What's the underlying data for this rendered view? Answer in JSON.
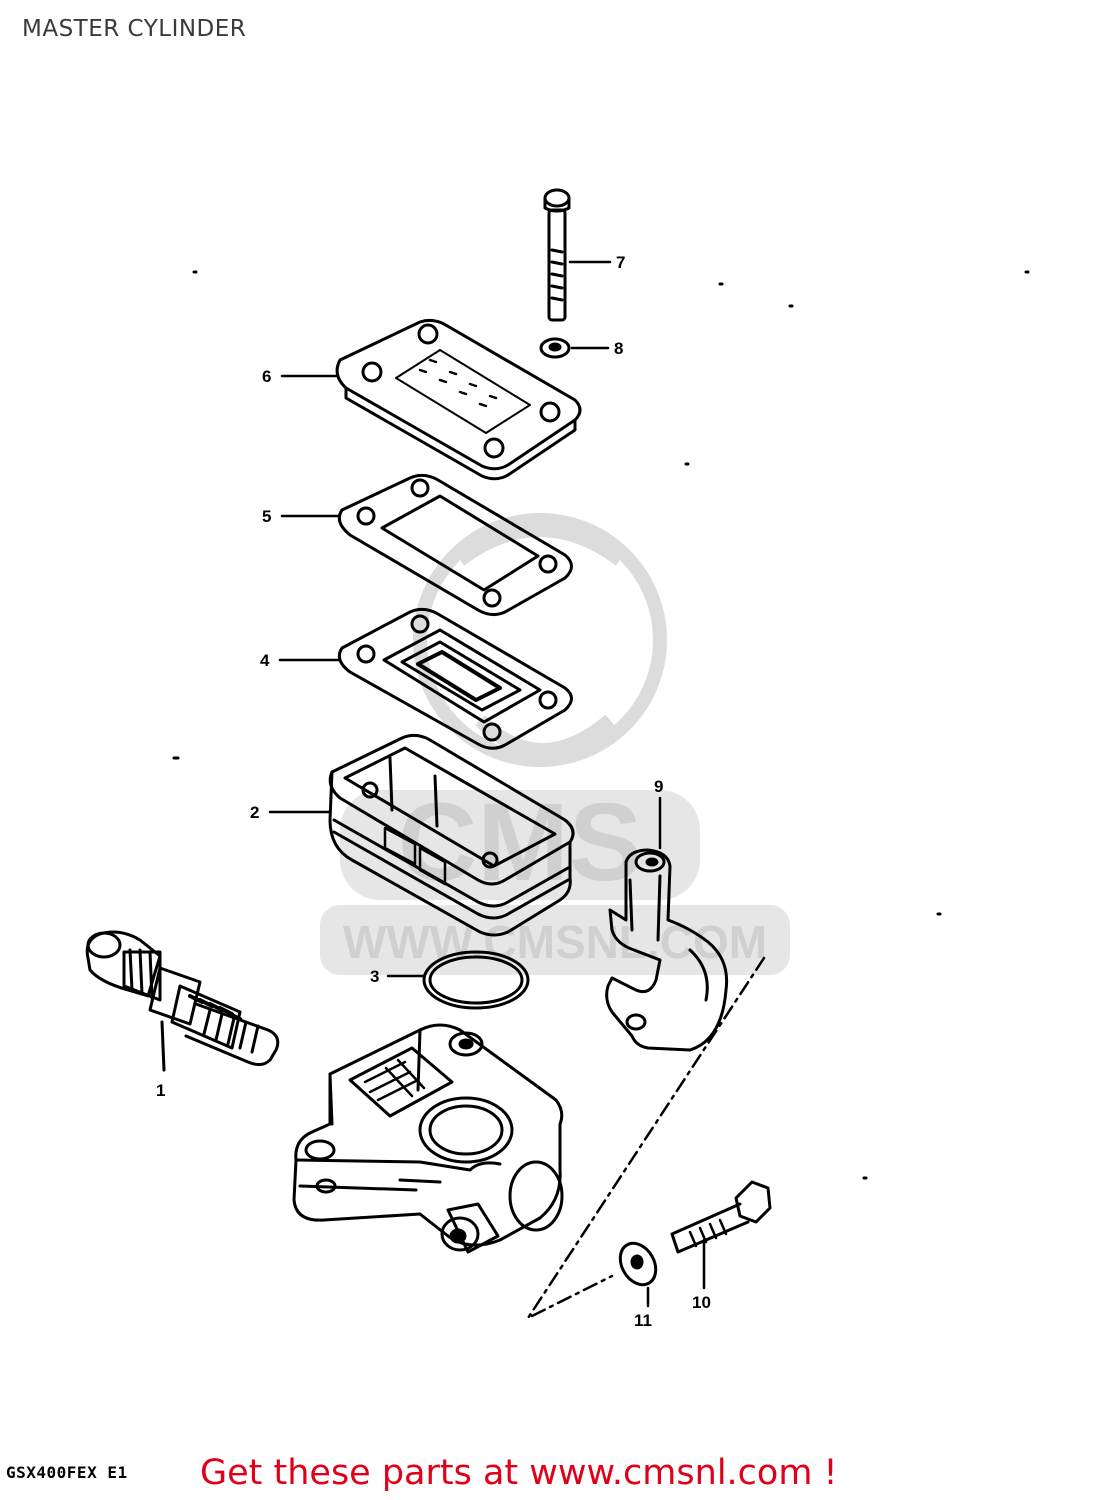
{
  "header": {
    "title": "MASTER CYLINDER"
  },
  "diagram": {
    "parts": [
      {
        "number": "1",
        "icon": "piston-assembly-icon"
      },
      {
        "number": "2",
        "icon": "reservoir-icon"
      },
      {
        "number": "3",
        "icon": "o-ring-icon"
      },
      {
        "number": "4",
        "icon": "diaphragm-icon"
      },
      {
        "number": "5",
        "icon": "gasket-icon"
      },
      {
        "number": "6",
        "icon": "reservoir-cap-icon"
      },
      {
        "number": "7",
        "icon": "screw-icon"
      },
      {
        "number": "8",
        "icon": "washer-icon"
      },
      {
        "number": "9",
        "icon": "clamp-icon"
      },
      {
        "number": "10",
        "icon": "bolt-icon"
      },
      {
        "number": "11",
        "icon": "washer-icon"
      }
    ],
    "unlabeled": [
      "master-cylinder-body-icon"
    ]
  },
  "watermark": {
    "brand": "CMS",
    "url": "WWW.CMSNL.COM",
    "color": "#d9d9d9"
  },
  "footer": {
    "model_code": "GSX400FEX E1",
    "promo": "Get these parts at www.cmsnl.com !",
    "promo_color": "#e0001a"
  }
}
